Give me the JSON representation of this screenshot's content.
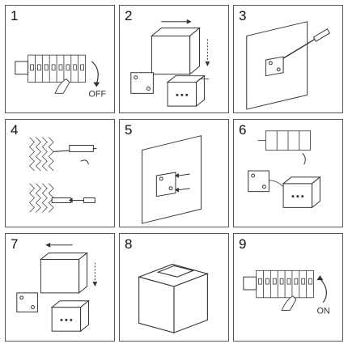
{
  "steps": [
    {
      "number": "1",
      "label": "OFF"
    },
    {
      "number": "2"
    },
    {
      "number": "3"
    },
    {
      "number": "4"
    },
    {
      "number": "5"
    },
    {
      "number": "6"
    },
    {
      "number": "7"
    },
    {
      "number": "8"
    },
    {
      "number": "9",
      "label": "ON"
    }
  ]
}
